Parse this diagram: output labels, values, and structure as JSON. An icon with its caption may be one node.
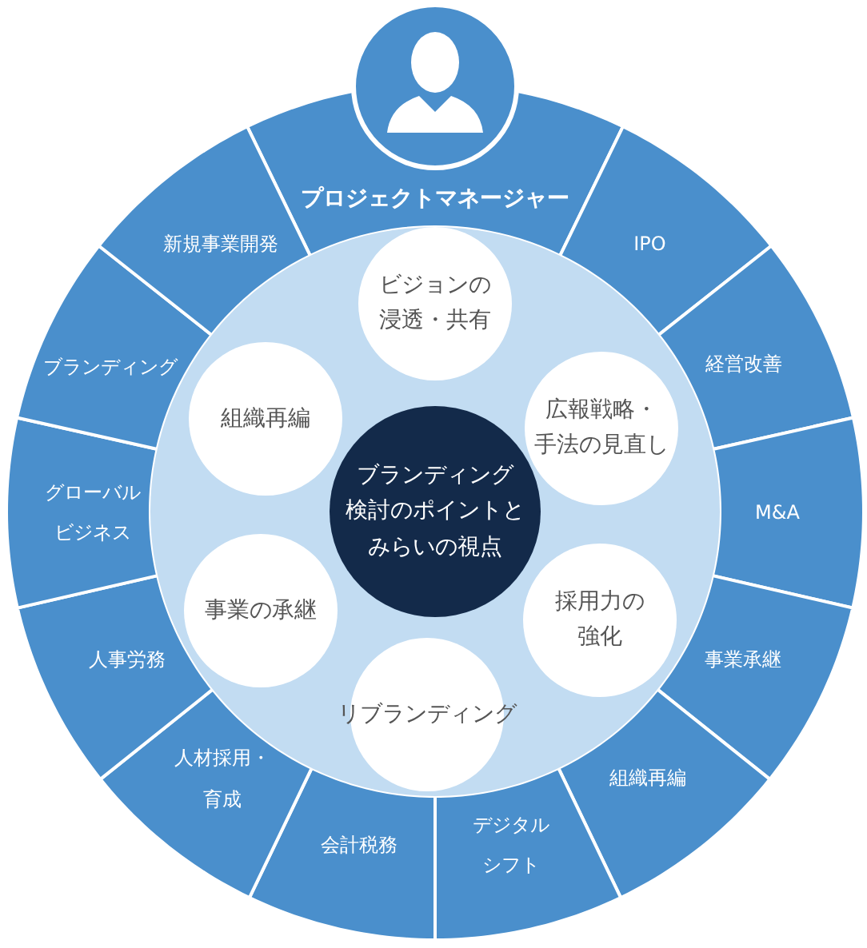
{
  "diagram": {
    "nodes": [
      {
        "text": [
          "プロジェクトマネージャー"
        ]
      },
      {
        "text": [
          "IPO"
        ]
      },
      {
        "text": [
          "経営改善"
        ]
      },
      {
        "text": [
          "M&A"
        ]
      },
      {
        "text": [
          "事業承継"
        ]
      },
      {
        "text": [
          "組織再編"
        ]
      },
      {
        "text": [
          "デジタルシフト"
        ]
      },
      {
        "text": [
          "会計税務"
        ]
      },
      {
        "text": [
          "人材採用・育成"
        ]
      },
      {
        "text": [
          "人事労務"
        ]
      },
      {
        "text": [
          "グローバルビジネス"
        ]
      },
      {
        "text": [
          "ブランディング"
        ]
      },
      {
        "text": [
          "新規事業開発"
        ]
      },
      {
        "text": [
          "ビジョンの浸透・共有"
        ]
      },
      {
        "text": [
          "組織再編"
        ]
      },
      {
        "text": [
          "広報戦略・手法の見直し"
        ]
      },
      {
        "text": [
          "ブランディング検討のポイントとみらいの視点"
        ]
      },
      {
        "text": [
          "事業の承継"
        ]
      },
      {
        "text": [
          "採用力の強化"
        ]
      },
      {
        "text": [
          "リブランディング"
        ]
      }
    ],
    "edges": []
  }
}
